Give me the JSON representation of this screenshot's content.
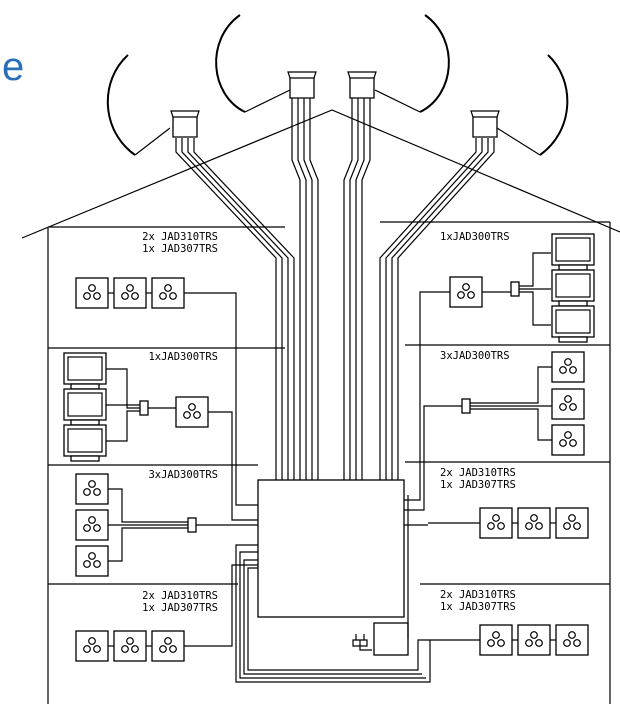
{
  "brand_letter": "e",
  "rooms": {
    "top_left": {
      "line1": "2x JAD310TRS",
      "line2": "1x JAD307TRS"
    },
    "top_right": {
      "line1": "1xJAD300TRS"
    },
    "second_left": {
      "line1": "1xJAD300TRS"
    },
    "second_right": {
      "line1": "3xJAD300TRS"
    },
    "third_left": {
      "line1": "3xJAD300TRS"
    },
    "third_right": {
      "line1": "2x JAD310TRS",
      "line2": "1x JAD307TRS"
    },
    "bottom_left": {
      "line1": "2x JAD310TRS",
      "line2": "1x JAD307TRS"
    },
    "bottom_right": {
      "line1": "2x JAD310TRS",
      "line2": "1x JAD307TRS"
    }
  },
  "icons": {
    "antenna": "satellite-dish-icon",
    "socket": "tv-socket-icon",
    "tv": "television-icon",
    "splitter": "splitter-icon",
    "plug": "power-plug-icon",
    "multiswitch": "multiswitch-box"
  }
}
